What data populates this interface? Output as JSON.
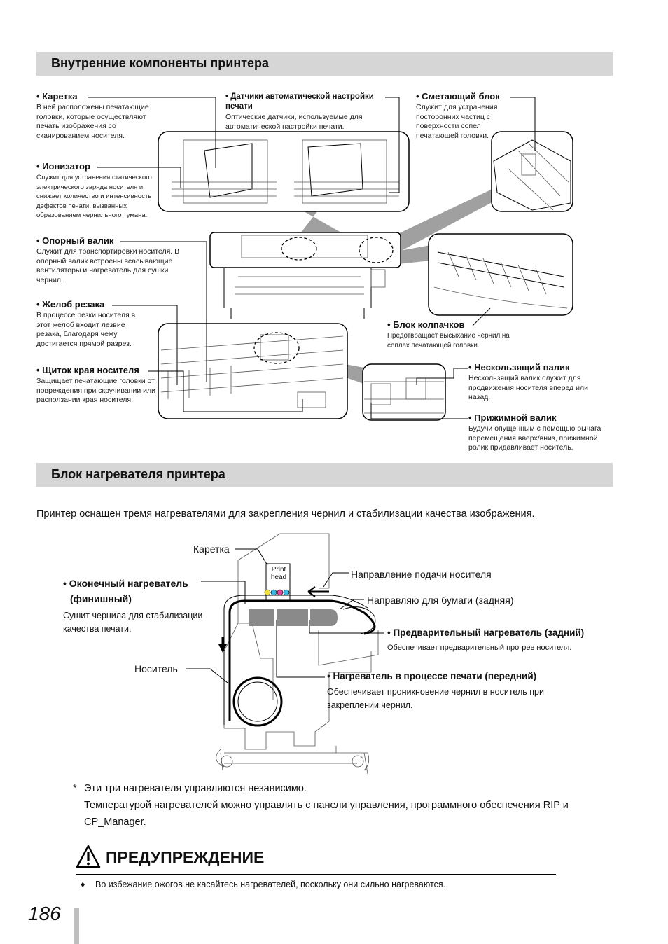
{
  "section1": {
    "title": "Внутренние компоненты принтера",
    "items": {
      "carriage": {
        "title": "• Каретка",
        "desc": "В ней расположены печатающие головки, которые осуществляют печать изображения со сканированием носителя."
      },
      "sensors": {
        "title": "• Датчики автоматической настройки печати",
        "desc": "Оптические датчики, используемые для автоматической настройки печати."
      },
      "wiper": {
        "title": "• Сметающий блок",
        "desc": "Служит для устранения посторонних частиц с поверхности сопел печатающей головки."
      },
      "ionizer": {
        "title": "• Ионизатор",
        "desc": "Служит для устранения статического электрического заряда носителя и снижает количество и интенсивность дефектов печати, вызванных образованием чернильного тумана."
      },
      "platen": {
        "title": "• Опорный валик",
        "desc": "Служит для транспортировки носителя. В опорный валик встроены всасывающие вентиляторы и нагреватель для сушки чернил."
      },
      "cutter": {
        "title": "• Желоб резака",
        "desc": "В процессе резки носителя в этот желоб входит лезвие резака, благодаря чему достигается прямой разрез."
      },
      "edge_guard": {
        "title": "• Щиток края носителя",
        "desc": "Защищает печатающие головки от повреждения при скручивании или расползании края носителя."
      },
      "capping": {
        "title": "• Блок колпачков",
        "desc": "Предотвращает высыхание чернил на соплах печатающей головки."
      },
      "grit_roller": {
        "title": "• Нескользящий валик",
        "desc": "Нескользящий валик служит для продвижения носителя вперед или назад."
      },
      "pinch_roller": {
        "title": "• Прижимной валик",
        "desc": "Будучи опущенным с помощью рычага перемещения вверх/вниз, прижимной ролик придавливает носитель."
      }
    }
  },
  "section2": {
    "title": "Блок нагревателя принтера",
    "intro": "Принтер оснащен тремя нагревателями для закрепления чернил и стабилизации качества изображения.",
    "diagram": {
      "carriage": "Каретка",
      "print_head_1": "Print",
      "print_head_2": "head",
      "feed_direction": "Направление подачи носителя",
      "rear_guide": "Направляю для бумаги (задняя)",
      "after_heater_1": "• Оконечный нагреватель",
      "after_heater_2": "(финишный)",
      "after_heater_desc": "Сушит чернила для стабилизации качества печати.",
      "pre_heater": "• Предварительный нагреватель (задний)",
      "pre_heater_desc": "Обеспечивает предварительный прогрев носителя.",
      "media": "Носитель",
      "print_heater": "• Нагреватель в процессе печати (передний)",
      "print_heater_desc": "Обеспечивает проникновение чернил в носитель при закреплении чернил."
    },
    "note_mark": "*",
    "note_1": "Эти три нагревателя управляются независимо.",
    "note_2": "Температурой нагревателей можно управлять с панели управления, программного обеспечения RIP и CP_Manager."
  },
  "warning": {
    "title": "ПРЕДУПРЕЖДЕНИЕ",
    "bullet": "♦",
    "text": "Во избежание ожогов не касайтесь нагревателей, поскольку они сильно нагреваются."
  },
  "page_number": "186",
  "colors": {
    "heading_bar": "#d6d6d6",
    "heater_fill": "#8a8a8a",
    "ink_cyan": "#39b8e6",
    "ink_magenta": "#e0439a",
    "ink_yellow": "#f2e33a",
    "ink_black": "#111111"
  }
}
